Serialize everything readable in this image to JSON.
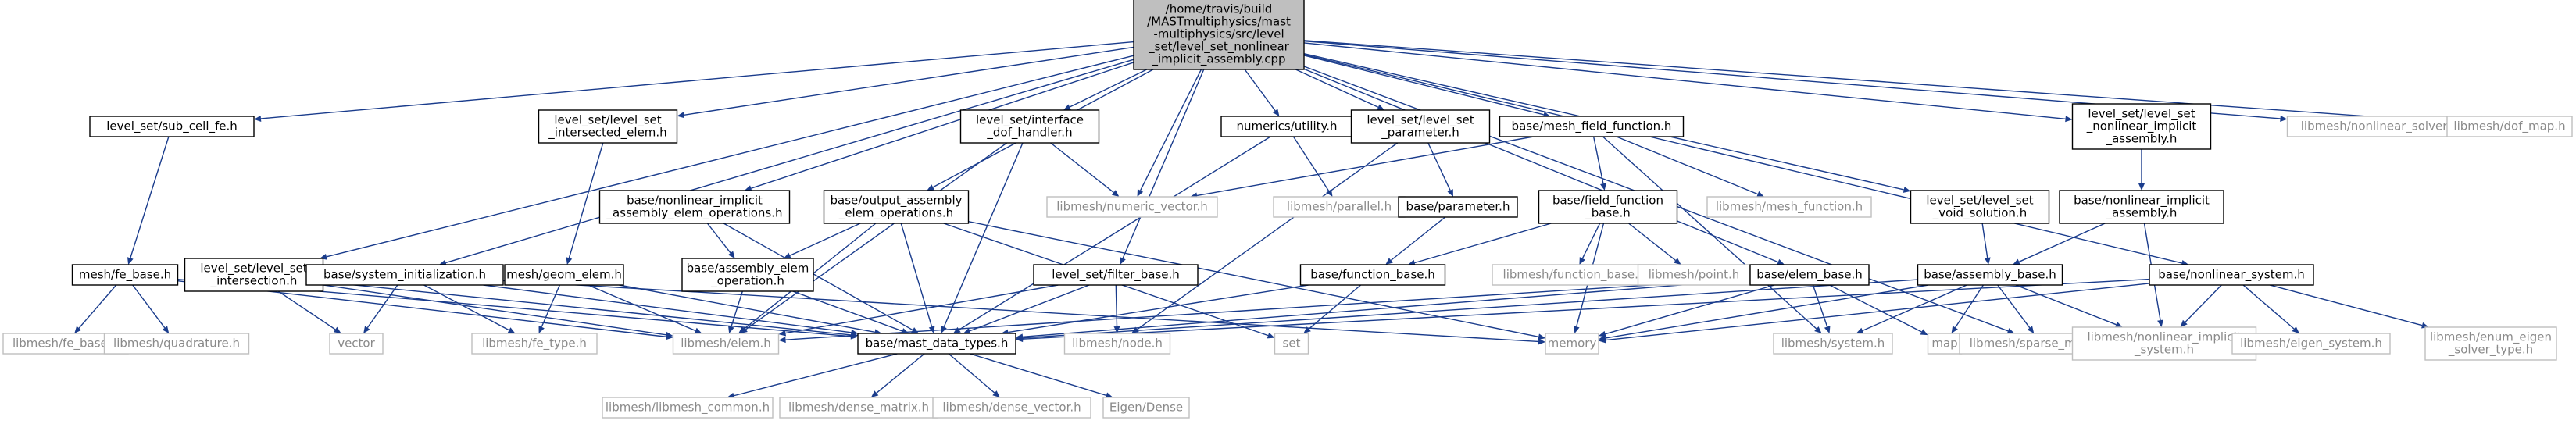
{
  "root": {
    "id": "root",
    "lines": [
      "/home/travis/build",
      "/MASTmultiphysics/mast",
      "-multiphysics/src/level",
      "_set/level_set_nonlinear",
      "_implicit_assembly.cpp"
    ],
    "type": "root"
  },
  "nodes": [
    {
      "id": "sub_cell_fe",
      "lines": [
        "level_set/sub_cell_fe.h"
      ],
      "type": "internal"
    },
    {
      "id": "intersected_elem",
      "lines": [
        "level_set/level_set",
        "_intersected_elem.h"
      ],
      "type": "internal"
    },
    {
      "id": "interface_dof",
      "lines": [
        "level_set/interface",
        "_dof_handler.h"
      ],
      "type": "internal"
    },
    {
      "id": "numerics_utility",
      "lines": [
        "numerics/utility.h"
      ],
      "type": "internal"
    },
    {
      "id": "ls_parameter",
      "lines": [
        "level_set/level_set",
        "_parameter.h"
      ],
      "type": "internal"
    },
    {
      "id": "mesh_field_function",
      "lines": [
        "base/mesh_field_function.h"
      ],
      "type": "internal"
    },
    {
      "id": "ls_nonlinear_assembly",
      "lines": [
        "level_set/level_set",
        "_nonlinear_implicit",
        "_assembly.h"
      ],
      "type": "internal"
    },
    {
      "id": "nonlinear_solver",
      "lines": [
        "libmesh/nonlinear_solver.h"
      ],
      "type": "external"
    },
    {
      "id": "dof_map",
      "lines": [
        "libmesh/dof_map.h"
      ],
      "type": "external"
    },
    {
      "id": "fe_base",
      "lines": [
        "mesh/fe_base.h"
      ],
      "type": "internal"
    },
    {
      "id": "ls_intersection",
      "lines": [
        "level_set/level_set",
        "_intersection.h"
      ],
      "type": "internal"
    },
    {
      "id": "system_init",
      "lines": [
        "base/system_initialization.h"
      ],
      "type": "internal"
    },
    {
      "id": "geom_elem",
      "lines": [
        "mesh/geom_elem.h"
      ],
      "type": "internal"
    },
    {
      "id": "nonlinear_elem_ops",
      "lines": [
        "base/nonlinear_implicit",
        "_assembly_elem_operations.h"
      ],
      "type": "internal"
    },
    {
      "id": "output_assembly_ops",
      "lines": [
        "base/output_assembly",
        "_elem_operations.h"
      ],
      "type": "internal"
    },
    {
      "id": "numeric_vector",
      "lines": [
        "libmesh/numeric_vector.h"
      ],
      "type": "external"
    },
    {
      "id": "parallel",
      "lines": [
        "libmesh/parallel.h"
      ],
      "type": "external"
    },
    {
      "id": "parameter",
      "lines": [
        "base/parameter.h"
      ],
      "type": "internal"
    },
    {
      "id": "field_function_base",
      "lines": [
        "base/field_function",
        "_base.h"
      ],
      "type": "internal"
    },
    {
      "id": "mesh_function",
      "lines": [
        "libmesh/mesh_function.h"
      ],
      "type": "external"
    },
    {
      "id": "ls_void_solution",
      "lines": [
        "level_set/level_set",
        "_void_solution.h"
      ],
      "type": "internal"
    },
    {
      "id": "nonlinear_implicit_assembly",
      "lines": [
        "base/nonlinear_implicit",
        "_assembly.h"
      ],
      "type": "internal"
    },
    {
      "id": "assembly_elem_op",
      "lines": [
        "base/assembly_elem",
        "_operation.h"
      ],
      "type": "internal"
    },
    {
      "id": "filter_base",
      "lines": [
        "level_set/filter_base.h"
      ],
      "type": "internal"
    },
    {
      "id": "function_base",
      "lines": [
        "base/function_base.h"
      ],
      "type": "internal"
    },
    {
      "id": "function_base_lm",
      "lines": [
        "libmesh/function_base.h"
      ],
      "type": "external"
    },
    {
      "id": "point",
      "lines": [
        "libmesh/point.h"
      ],
      "type": "external"
    },
    {
      "id": "elem_base",
      "lines": [
        "base/elem_base.h"
      ],
      "type": "internal"
    },
    {
      "id": "assembly_base",
      "lines": [
        "base/assembly_base.h"
      ],
      "type": "internal"
    },
    {
      "id": "nonlinear_system",
      "lines": [
        "base/nonlinear_system.h"
      ],
      "type": "internal"
    },
    {
      "id": "fe_base_lm",
      "lines": [
        "libmesh/fe_base.h"
      ],
      "type": "external"
    },
    {
      "id": "quadrature",
      "lines": [
        "libmesh/quadrature.h"
      ],
      "type": "external"
    },
    {
      "id": "vector",
      "lines": [
        "vector"
      ],
      "type": "external"
    },
    {
      "id": "fe_type",
      "lines": [
        "libmesh/fe_type.h"
      ],
      "type": "external"
    },
    {
      "id": "elem",
      "lines": [
        "libmesh/elem.h"
      ],
      "type": "external"
    },
    {
      "id": "mast_data_types",
      "lines": [
        "base/mast_data_types.h"
      ],
      "type": "internal"
    },
    {
      "id": "node",
      "lines": [
        "libmesh/node.h"
      ],
      "type": "external"
    },
    {
      "id": "set",
      "lines": [
        "set"
      ],
      "type": "external"
    },
    {
      "id": "memory",
      "lines": [
        "memory"
      ],
      "type": "external"
    },
    {
      "id": "system_lm",
      "lines": [
        "libmesh/system.h"
      ],
      "type": "external"
    },
    {
      "id": "map",
      "lines": [
        "map"
      ],
      "type": "external"
    },
    {
      "id": "sparse_matrix",
      "lines": [
        "libmesh/sparse_matrix.h"
      ],
      "type": "external"
    },
    {
      "id": "nonlinear_implicit_system",
      "lines": [
        "libmesh/nonlinear_implicit",
        "_system.h"
      ],
      "type": "external"
    },
    {
      "id": "eigen_system",
      "lines": [
        "libmesh/eigen_system.h"
      ],
      "type": "external"
    },
    {
      "id": "enum_eigen",
      "lines": [
        "libmesh/enum_eigen",
        "_solver_type.h"
      ],
      "type": "external"
    },
    {
      "id": "libmesh_common",
      "lines": [
        "libmesh/libmesh_common.h"
      ],
      "type": "external"
    },
    {
      "id": "dense_matrix",
      "lines": [
        "libmesh/dense_matrix.h"
      ],
      "type": "external"
    },
    {
      "id": "dense_vector",
      "lines": [
        "libmesh/dense_vector.h"
      ],
      "type": "external"
    },
    {
      "id": "eigen_dense",
      "lines": [
        "Eigen/Dense"
      ],
      "type": "external"
    }
  ],
  "edges": [
    [
      "root",
      "sub_cell_fe"
    ],
    [
      "root",
      "intersected_elem"
    ],
    [
      "root",
      "interface_dof"
    ],
    [
      "root",
      "numerics_utility"
    ],
    [
      "root",
      "ls_parameter"
    ],
    [
      "root",
      "mesh_field_function"
    ],
    [
      "root",
      "ls_nonlinear_assembly"
    ],
    [
      "root",
      "nonlinear_solver"
    ],
    [
      "root",
      "dof_map"
    ],
    [
      "root",
      "ls_intersection"
    ],
    [
      "root",
      "system_init"
    ],
    [
      "root",
      "nonlinear_elem_ops"
    ],
    [
      "root",
      "output_assembly_ops"
    ],
    [
      "root",
      "numeric_vector"
    ],
    [
      "root",
      "filter_base"
    ],
    [
      "root",
      "elem_base"
    ],
    [
      "root",
      "ls_void_solution"
    ],
    [
      "root",
      "nonlinear_system"
    ],
    [
      "root",
      "sparse_matrix"
    ],
    [
      "sub_cell_fe",
      "fe_base"
    ],
    [
      "fe_base",
      "fe_base_lm"
    ],
    [
      "fe_base",
      "quadrature"
    ],
    [
      "fe_base",
      "mast_data_types"
    ],
    [
      "fe_base",
      "elem"
    ],
    [
      "intersected_elem",
      "geom_elem"
    ],
    [
      "geom_elem",
      "fe_type"
    ],
    [
      "geom_elem",
      "elem"
    ],
    [
      "geom_elem",
      "mast_data_types"
    ],
    [
      "interface_dof",
      "numeric_vector"
    ],
    [
      "interface_dof",
      "elem"
    ],
    [
      "interface_dof",
      "mast_data_types"
    ],
    [
      "numerics_utility",
      "parallel"
    ],
    [
      "numerics_utility",
      "mast_data_types"
    ],
    [
      "ls_parameter",
      "parameter"
    ],
    [
      "ls_parameter",
      "node"
    ],
    [
      "parameter",
      "function_base"
    ],
    [
      "mesh_field_function",
      "numeric_vector"
    ],
    [
      "mesh_field_function",
      "field_function_base"
    ],
    [
      "mesh_field_function",
      "mesh_function"
    ],
    [
      "mesh_field_function",
      "system_lm"
    ],
    [
      "field_function_base",
      "function_base"
    ],
    [
      "field_function_base",
      "function_base_lm"
    ],
    [
      "field_function_base",
      "point"
    ],
    [
      "field_function_base",
      "memory"
    ],
    [
      "function_base",
      "mast_data_types"
    ],
    [
      "function_base",
      "set"
    ],
    [
      "ls_intersection",
      "elem"
    ],
    [
      "ls_intersection",
      "vector"
    ],
    [
      "ls_intersection",
      "mast_data_types"
    ],
    [
      "system_init",
      "vector"
    ],
    [
      "system_init",
      "fe_type"
    ],
    [
      "system_init",
      "mast_data_types"
    ],
    [
      "system_init",
      "memory"
    ],
    [
      "nonlinear_elem_ops",
      "assembly_elem_op"
    ],
    [
      "nonlinear_elem_ops",
      "mast_data_types"
    ],
    [
      "output_assembly_ops",
      "assembly_elem_op"
    ],
    [
      "output_assembly_ops",
      "mast_data_types"
    ],
    [
      "output_assembly_ops",
      "elem"
    ],
    [
      "output_assembly_ops",
      "set"
    ],
    [
      "output_assembly_ops",
      "memory"
    ],
    [
      "assembly_elem_op",
      "mast_data_types"
    ],
    [
      "assembly_elem_op",
      "elem"
    ],
    [
      "filter_base",
      "mast_data_types"
    ],
    [
      "filter_base",
      "elem"
    ],
    [
      "filter_base",
      "node"
    ],
    [
      "elem_base",
      "mast_data_types"
    ],
    [
      "elem_base",
      "elem"
    ],
    [
      "elem_base",
      "system_lm"
    ],
    [
      "elem_base",
      "map"
    ],
    [
      "elem_base",
      "memory"
    ],
    [
      "ls_void_solution",
      "assembly_base"
    ],
    [
      "ls_nonlinear_assembly",
      "nonlinear_implicit_assembly"
    ],
    [
      "nonlinear_implicit_assembly",
      "assembly_base"
    ],
    [
      "nonlinear_implicit_assembly",
      "nonlinear_implicit_system"
    ],
    [
      "assembly_base",
      "mast_data_types"
    ],
    [
      "assembly_base",
      "memory"
    ],
    [
      "assembly_base",
      "map"
    ],
    [
      "assembly_base",
      "system_lm"
    ],
    [
      "assembly_base",
      "sparse_matrix"
    ],
    [
      "assembly_base",
      "nonlinear_implicit_system"
    ],
    [
      "nonlinear_system",
      "nonlinear_implicit_system"
    ],
    [
      "nonlinear_system",
      "eigen_system"
    ],
    [
      "nonlinear_system",
      "enum_eigen"
    ],
    [
      "nonlinear_system",
      "memory"
    ],
    [
      "nonlinear_system",
      "mast_data_types"
    ],
    [
      "mast_data_types",
      "libmesh_common"
    ],
    [
      "mast_data_types",
      "dense_matrix"
    ],
    [
      "mast_data_types",
      "dense_vector"
    ],
    [
      "mast_data_types",
      "eigen_dense"
    ]
  ],
  "colors": {
    "root_fill": "#bfbfbf",
    "root_stroke": "#000000",
    "internal_stroke": "#000000",
    "external_stroke": "#bfbfbf",
    "external_text": "#8a8a8a",
    "edge": "#1a3c8c"
  }
}
